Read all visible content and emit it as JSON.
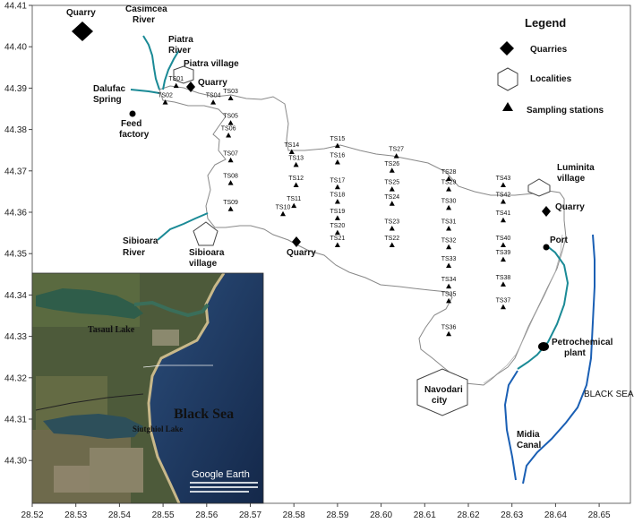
{
  "axes": {
    "x_ticks": [
      "28.52",
      "28.53",
      "28.54",
      "28.55",
      "28.56",
      "28.57",
      "28.58",
      "28.59",
      "28.60",
      "28.61",
      "28.62",
      "28.63",
      "28.64",
      "28.65"
    ],
    "y_ticks": [
      "44.41",
      "44.40",
      "44.39",
      "44.38",
      "44.37",
      "44.36",
      "44.35",
      "44.34",
      "44.33",
      "44.32",
      "44.31",
      "44.30"
    ]
  },
  "legend": {
    "title": "Legend",
    "quarries": "Quarries",
    "localities": "Localities",
    "stations": "Sampling stations"
  },
  "labels": {
    "quarry_top_left": "Quarry",
    "casimcea_1": "Casimcea",
    "casimcea_2": "River",
    "piatra_river_1": "Piatra",
    "piatra_river_2": "River",
    "piatra_village": "Piatra village",
    "quarry_piatra": "Quarry",
    "dalufac_1": "Dalufac",
    "dalufac_2": "Spring",
    "feed_1": "Feed",
    "feed_2": "factory",
    "sibioara_river_1": "Sibioara",
    "sibioara_river_2": "River",
    "sibioara_village_1": "Sibioara",
    "sibioara_village_2": "village",
    "quarry_mid": "Quarry",
    "luminita_1": "Luminita",
    "luminita_2": "village",
    "quarry_right": "Quarry",
    "port": "Port",
    "petro_1": "Petrochemical",
    "petro_2": "plant",
    "black_sea": "BLACK SEA",
    "navodari_1": "Navodari",
    "navodari_2": "city",
    "midia_1": "Midia",
    "midia_2": "Canal"
  },
  "inset": {
    "tasaul": "Tasaul Lake",
    "black_sea": "Black Sea",
    "siutghiol": "Siutghiol Lake",
    "google_earth": "Google Earth"
  },
  "stations": [
    {
      "id": "TS01",
      "lon": 28.553,
      "lat": 44.3905
    },
    {
      "id": "TS02",
      "lon": 28.5505,
      "lat": 44.3865
    },
    {
      "id": "TS03",
      "lon": 28.5655,
      "lat": 44.3875
    },
    {
      "id": "TS04",
      "lon": 28.5615,
      "lat": 44.3865
    },
    {
      "id": "TS05",
      "lon": 28.5655,
      "lat": 44.3815
    },
    {
      "id": "TS06",
      "lon": 28.565,
      "lat": 44.3785
    },
    {
      "id": "TS07",
      "lon": 28.5655,
      "lat": 44.3725
    },
    {
      "id": "TS08",
      "lon": 28.5655,
      "lat": 44.367
    },
    {
      "id": "TS09",
      "lon": 28.5655,
      "lat": 44.3607
    },
    {
      "id": "TS10",
      "lon": 28.5775,
      "lat": 44.3595
    },
    {
      "id": "TS11",
      "lon": 28.58,
      "lat": 44.3615
    },
    {
      "id": "TS12",
      "lon": 28.5805,
      "lat": 44.3665
    },
    {
      "id": "TS13",
      "lon": 28.5805,
      "lat": 44.3714
    },
    {
      "id": "TS14",
      "lon": 28.5795,
      "lat": 44.3745
    },
    {
      "id": "TS15",
      "lon": 28.59,
      "lat": 44.376
    },
    {
      "id": "TS16",
      "lon": 28.59,
      "lat": 44.372
    },
    {
      "id": "TS17",
      "lon": 28.59,
      "lat": 44.366
    },
    {
      "id": "TS18",
      "lon": 28.59,
      "lat": 44.3625
    },
    {
      "id": "TS19",
      "lon": 28.59,
      "lat": 44.3585
    },
    {
      "id": "TS20",
      "lon": 28.59,
      "lat": 44.355
    },
    {
      "id": "TS21",
      "lon": 28.59,
      "lat": 44.352
    },
    {
      "id": "TS22",
      "lon": 28.6025,
      "lat": 44.352
    },
    {
      "id": "TS23",
      "lon": 28.6025,
      "lat": 44.356
    },
    {
      "id": "TS24",
      "lon": 28.6025,
      "lat": 44.362
    },
    {
      "id": "TS25",
      "lon": 28.6025,
      "lat": 44.3655
    },
    {
      "id": "TS26",
      "lon": 28.6025,
      "lat": 44.37
    },
    {
      "id": "TS27",
      "lon": 28.6035,
      "lat": 44.3735
    },
    {
      "id": "TS28",
      "lon": 28.6155,
      "lat": 44.368
    },
    {
      "id": "TS29",
      "lon": 28.6155,
      "lat": 44.3655
    },
    {
      "id": "TS30",
      "lon": 28.6155,
      "lat": 44.361
    },
    {
      "id": "TS31",
      "lon": 28.6155,
      "lat": 44.356
    },
    {
      "id": "TS32",
      "lon": 28.6155,
      "lat": 44.3515
    },
    {
      "id": "TS33",
      "lon": 28.6155,
      "lat": 44.347
    },
    {
      "id": "TS34",
      "lon": 28.6155,
      "lat": 44.342
    },
    {
      "id": "TS35",
      "lon": 28.6155,
      "lat": 44.3385
    },
    {
      "id": "TS36",
      "lon": 28.6155,
      "lat": 44.3305
    },
    {
      "id": "TS37",
      "lon": 28.628,
      "lat": 44.337
    },
    {
      "id": "TS38",
      "lon": 28.628,
      "lat": 44.3425
    },
    {
      "id": "TS39",
      "lon": 28.628,
      "lat": 44.3485
    },
    {
      "id": "TS40",
      "lon": 28.628,
      "lat": 44.352
    },
    {
      "id": "TS41",
      "lon": 28.628,
      "lat": 44.358
    },
    {
      "id": "TS42",
      "lon": 28.628,
      "lat": 44.3625
    },
    {
      "id": "TS43",
      "lon": 28.628,
      "lat": 44.3665
    }
  ],
  "colors": {
    "river": "#1a8a96",
    "canal": "#1a5fb4",
    "lake_outline": "#888888"
  }
}
